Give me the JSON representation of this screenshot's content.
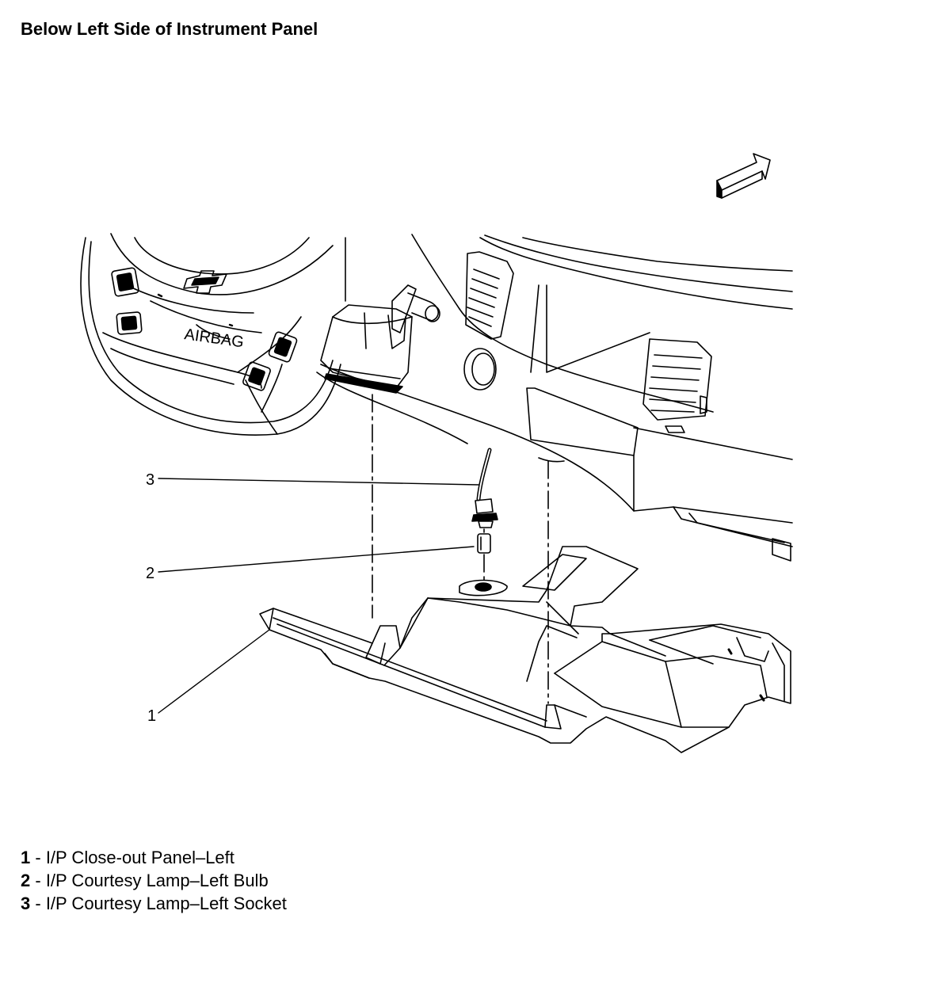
{
  "title": "Below Left Side of Instrument Panel",
  "airbag_text": "AIRBAG",
  "callouts": [
    "1",
    "2",
    "3"
  ],
  "legend": [
    {
      "num": "1",
      "sep": " - ",
      "text": "I/P Close-out Panel–Left"
    },
    {
      "num": "2",
      "sep": " - ",
      "text": "I/P Courtesy Lamp–Left Bulb"
    },
    {
      "num": "3",
      "sep": " - ",
      "text": "I/P Courtesy Lamp–Left Socket"
    }
  ],
  "colors": {
    "ink": "#000000",
    "paper": "#ffffff"
  }
}
